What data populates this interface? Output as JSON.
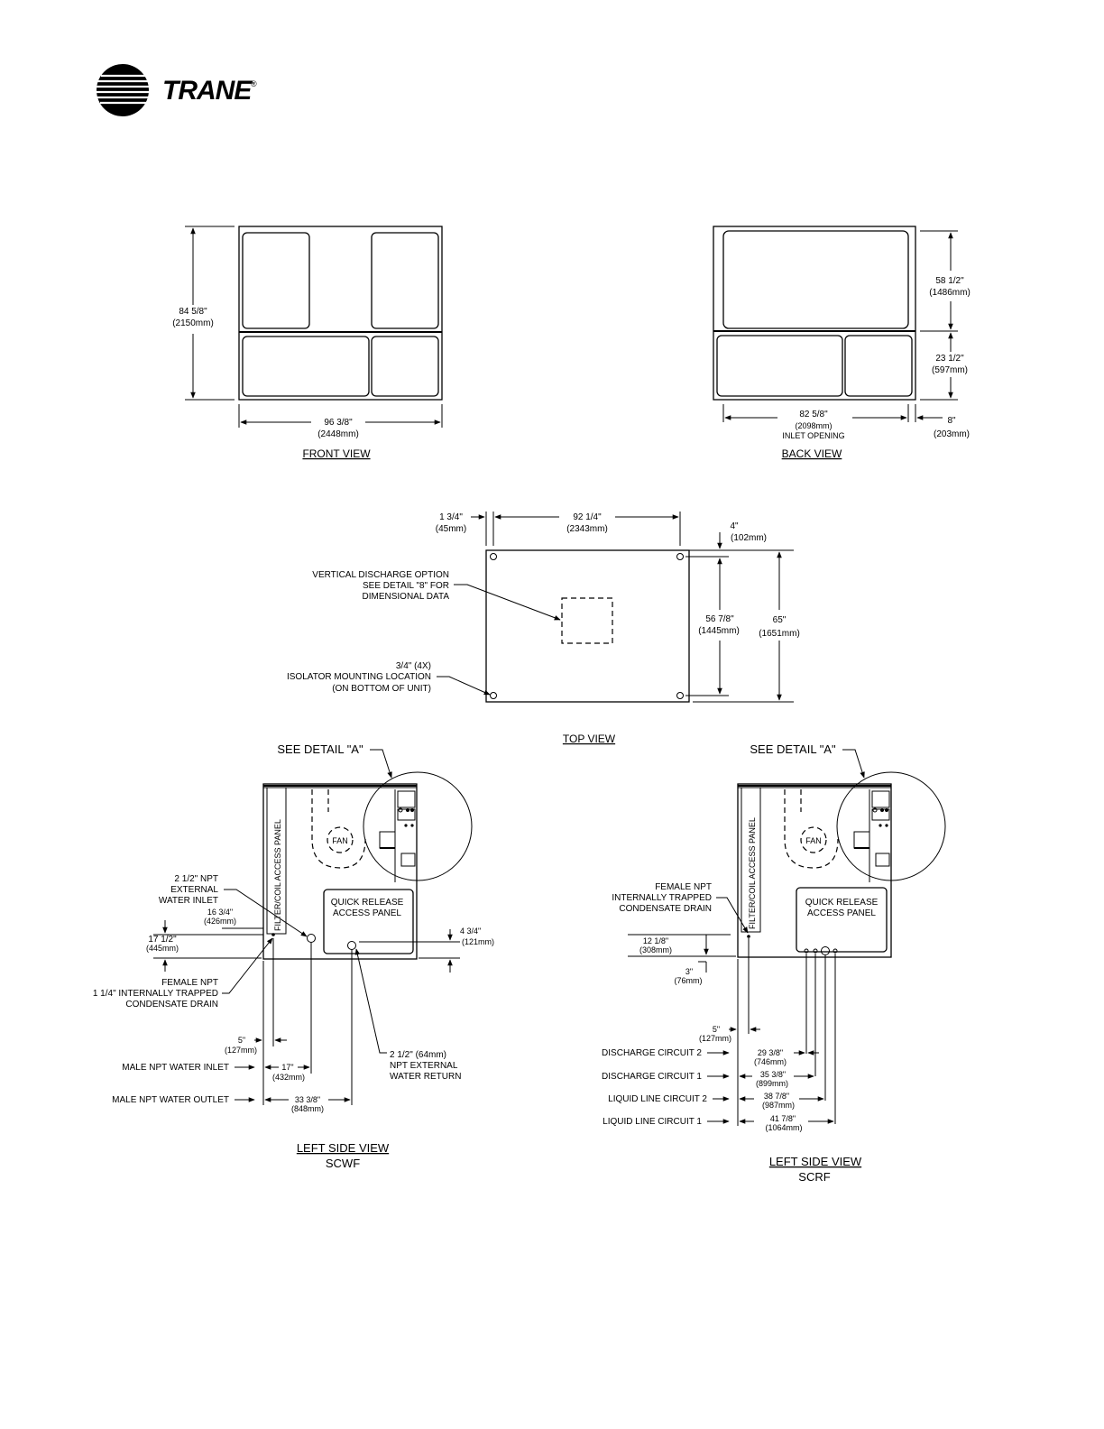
{
  "brand": {
    "name": "TRANE",
    "mark": "®"
  },
  "front_view": {
    "title": "FRONT VIEW",
    "height": "84 5/8\"",
    "height_mm": "(2150mm)",
    "width": "96 3/8\"",
    "width_mm": "(2448mm)"
  },
  "back_view": {
    "title": "BACK VIEW",
    "upper": "58 1/2\"",
    "upper_mm": "(1486mm)",
    "lower": "23 1/2\"",
    "lower_mm": "(597mm)",
    "inlet": "82 5/8\"",
    "inlet_mm": "(2098mm)",
    "inlet_label": "INLET OPENING",
    "offset": "8\"",
    "offset_mm": "(203mm)"
  },
  "top_view": {
    "title": "TOP VIEW",
    "left_offset": "1 3/4\"",
    "left_offset_mm": "(45mm)",
    "width": "92 1/4\"",
    "width_mm": "(2343mm)",
    "top_offset": "4\"",
    "top_offset_mm": "(102mm)",
    "depth_inner": "56 7/8\"",
    "depth_inner_mm": "(1445mm)",
    "depth": "65\"",
    "depth_mm": "(1651mm)",
    "vd_line1": "VERTICAL DISCHARGE OPTION",
    "vd_line2": "SEE DETAIL \"8\" FOR",
    "vd_line3": "DIMENSIONAL DATA",
    "iso_line1": "3/4\" (4X)",
    "iso_line2": "ISOLATOR MOUNTING LOCATION",
    "iso_line3": "(ON BOTTOM OF UNIT)"
  },
  "left_scwf": {
    "detail": "SEE DETAIL \"A\"",
    "fan": "FAN",
    "filter_panel": "FILTER/COIL ACCESS PANEL",
    "qr_line1": "QUICK RELEASE",
    "qr_line2": "ACCESS PANEL",
    "inlet_line1": "2 1/2\" NPT",
    "inlet_line2": "EXTERNAL",
    "inlet_line3": "WATER INLET",
    "d16": "16 3/4\"",
    "d16_mm": "(426mm)",
    "d17h": "17 1/2\"",
    "d17h_mm": "(445mm)",
    "d4": "4 3/4\"",
    "d4_mm": "(121mm)",
    "drain_line1": "FEMALE NPT",
    "drain_line2": "1 1/4\" INTERNALLY TRAPPED",
    "drain_line3": "CONDENSATE DRAIN",
    "d5": "5\"",
    "d5_mm": "(127mm)",
    "water_inlet": "MALE NPT WATER INLET",
    "d17": "17\"",
    "d17_mm": "(432mm)",
    "water_outlet": "MALE NPT WATER OUTLET",
    "d33": "33 3/8\"",
    "d33_mm": "(848mm)",
    "ret_line1": "2 1/2\" (64mm)",
    "ret_line2": "NPT EXTERNAL",
    "ret_line3": "WATER RETURN",
    "title": "LEFT SIDE VIEW",
    "model": "SCWF"
  },
  "left_scrf": {
    "detail": "SEE DETAIL \"A\"",
    "fan": "FAN",
    "filter_panel": "FILTER/COIL ACCESS PANEL",
    "qr_line1": "QUICK RELEASE",
    "qr_line2": "ACCESS PANEL",
    "drain_line1": "FEMALE NPT",
    "drain_line2": "INTERNALLY TRAPPED",
    "drain_line3": "CONDENSATE DRAIN",
    "d12": "12 1/8\"",
    "d12_mm": "(308mm)",
    "d3": "3\"",
    "d3_mm": "(76mm)",
    "d5": "5\"",
    "d5_mm": "(127mm)",
    "c2_label": "DISCHARGE  CIRCUIT 2",
    "c2_dim": "29 3/8\"",
    "c2_mm": "(746mm)",
    "c1_label": "DISCHARGE CIRCUIT  1",
    "c1_dim": "35 3/8\"",
    "c1_mm": "(899mm)",
    "l2_label": "LIQUID LINE  CIRCUIT  2",
    "l2_dim": "38 7/8\"",
    "l2_mm": "(987mm)",
    "l1_label": "LIQUID LINE CIRCUIT 1",
    "l1_dim": "41 7/8\"",
    "l1_mm": "(1064mm)",
    "title": "LEFT SIDE VIEW",
    "model": "SCRF"
  }
}
